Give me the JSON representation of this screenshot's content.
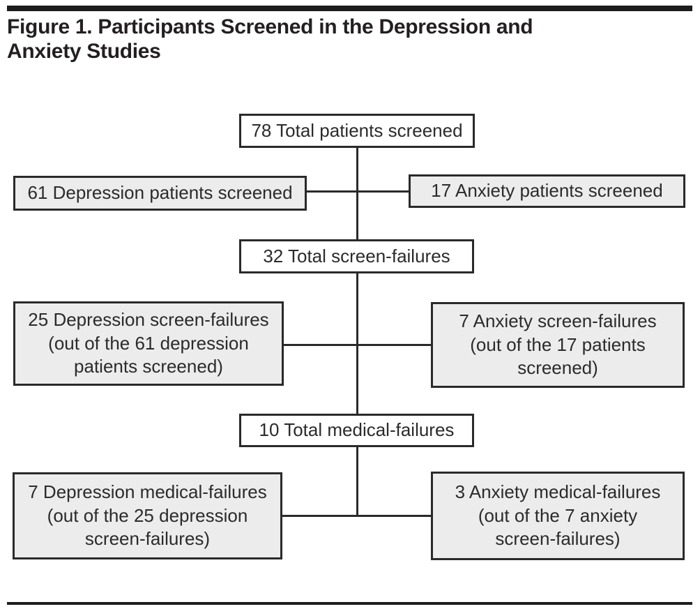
{
  "figure": {
    "title": "Figure 1. Participants Screened in the Depression and\nAnxiety Studies"
  },
  "colors": {
    "rule": "#1d1d1d",
    "box_border": "#2b2a2a",
    "gray_fill": "#ececec",
    "white_fill": "#ffffff",
    "text": "#231f20"
  },
  "flowchart": {
    "nodes": {
      "total_screened": {
        "text": "78 Total patients screened"
      },
      "depression_screened": {
        "text": "61 Depression patients screened"
      },
      "anxiety_screened": {
        "text": "17 Anxiety patients screened"
      },
      "total_screen_failures": {
        "text": "32 Total screen-failures"
      },
      "depression_screen_failures": {
        "text": "25 Depression screen-failures\n(out of the 61 depression\npatients screened)"
      },
      "anxiety_screen_failures": {
        "text": "7 Anxiety screen-failures\n(out of the 17 patients\nscreened)"
      },
      "total_medical_failures": {
        "text": "10 Total medical-failures"
      },
      "depression_medical_failures": {
        "text": "7 Depression medical-failures\n(out of the 25 depression\nscreen-failures)"
      },
      "anxiety_medical_failures": {
        "text": "3 Anxiety medical-failures\n(out of the 7 anxiety\nscreen-failures)"
      }
    }
  }
}
